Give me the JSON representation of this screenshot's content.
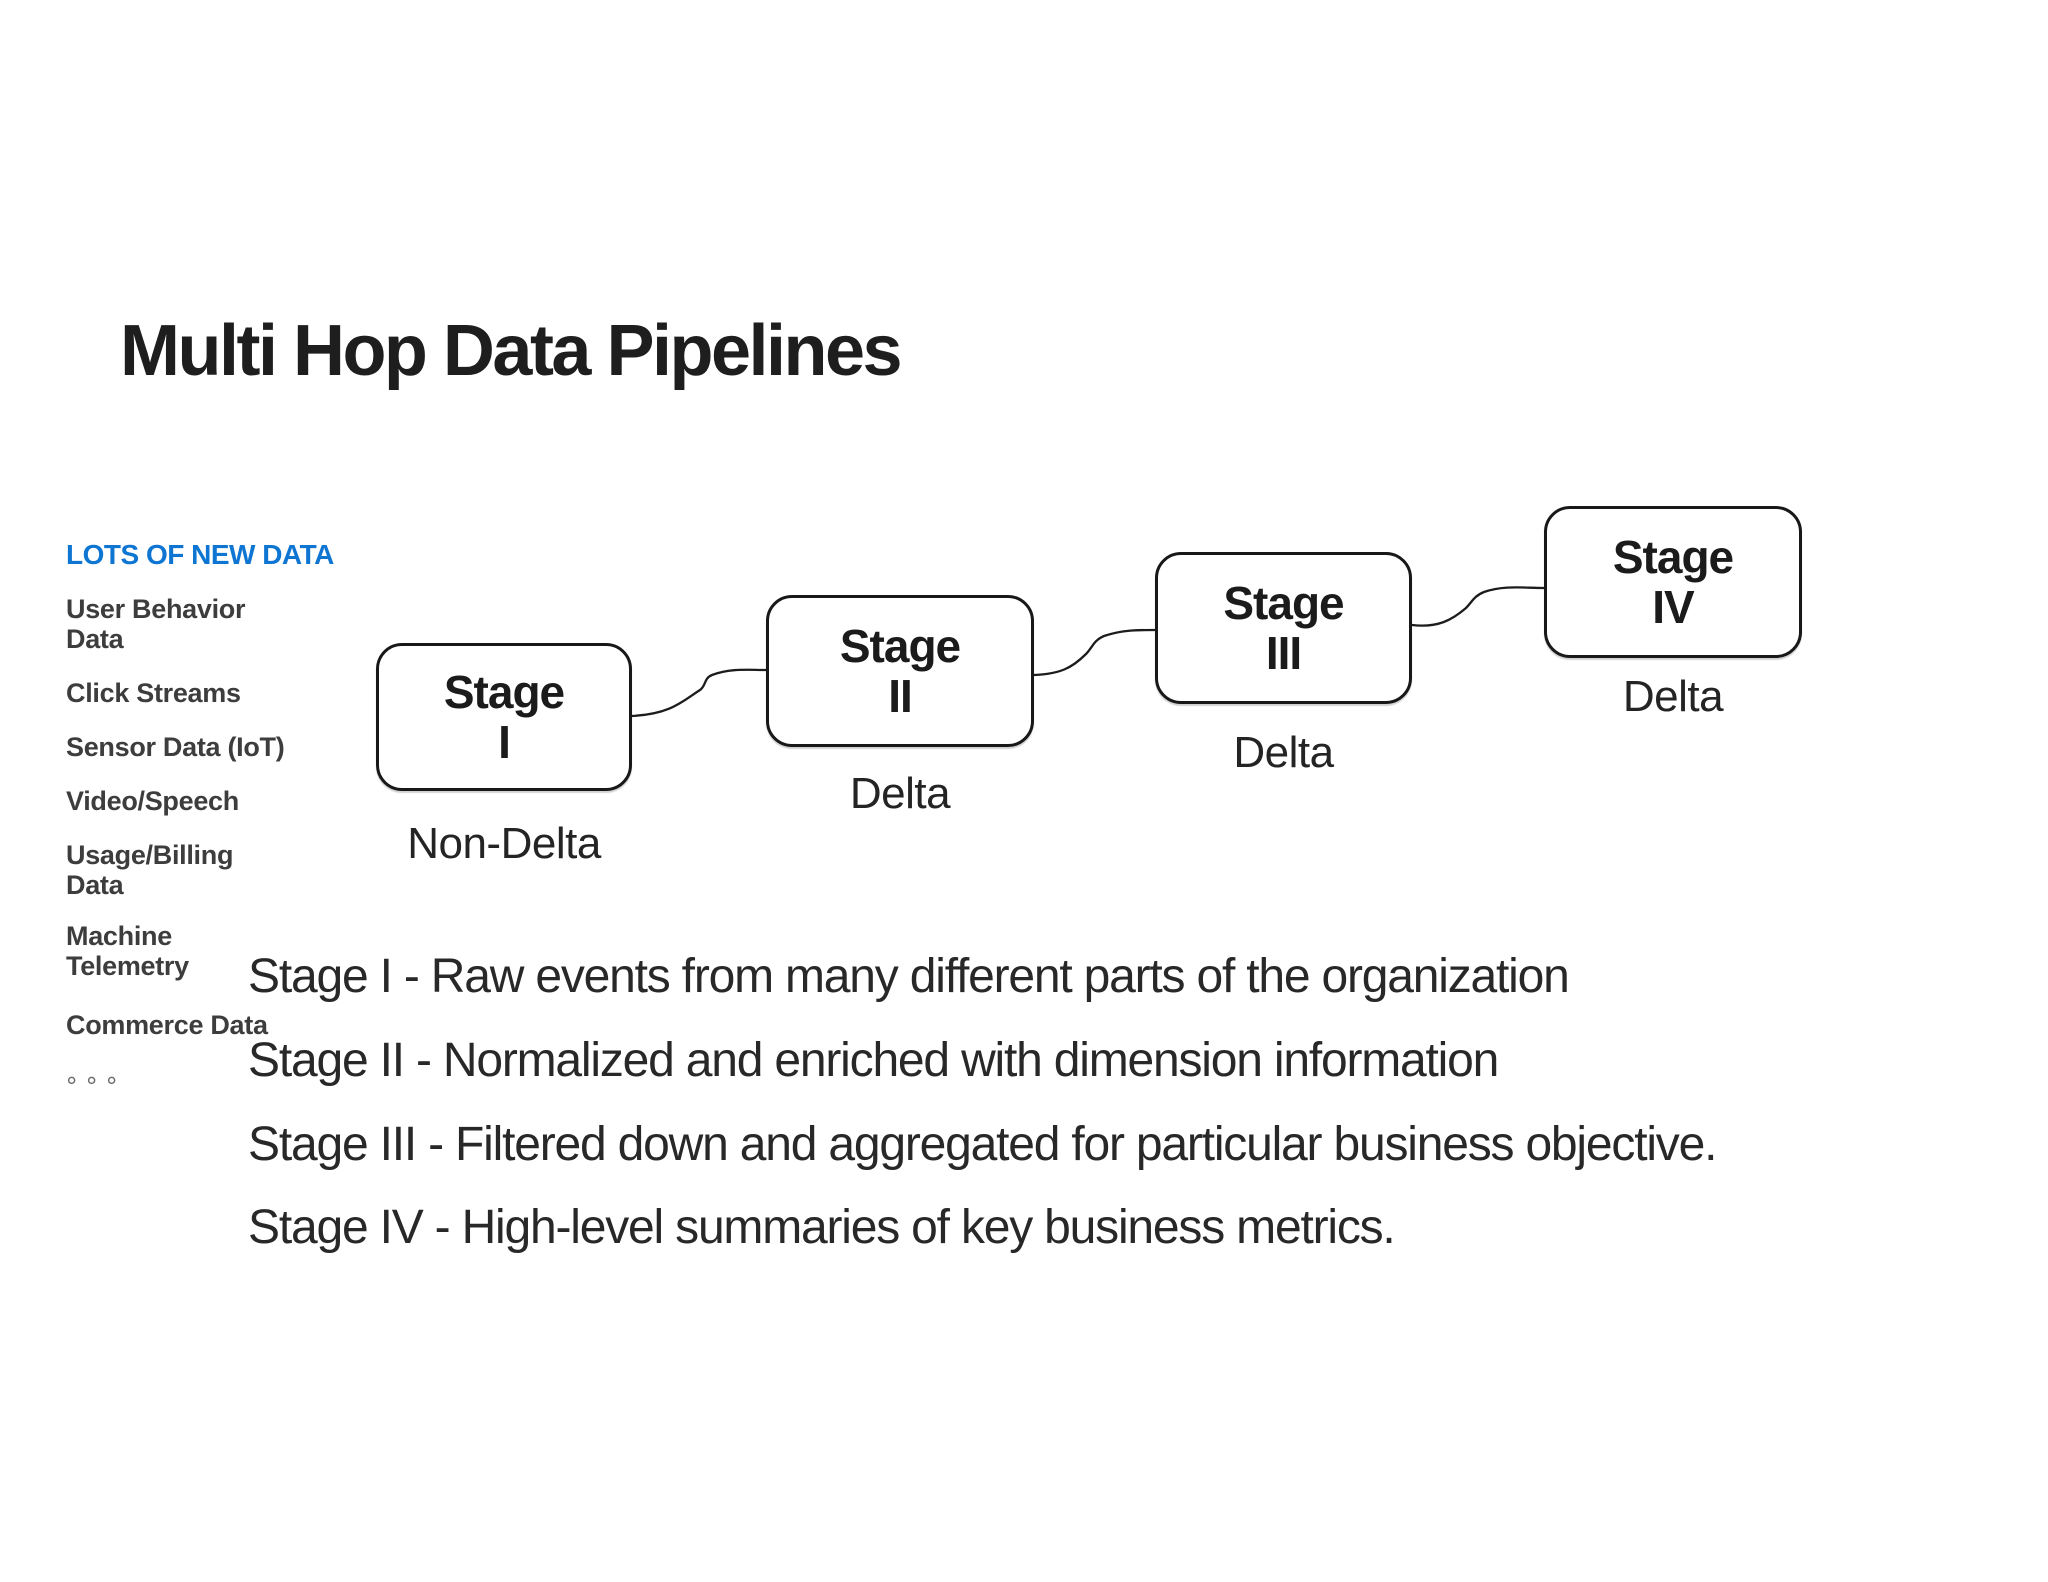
{
  "slide": {
    "title": "Multi Hop Data Pipelines"
  },
  "new_data_panel": {
    "heading": "LOTS OF NEW DATA",
    "heading_color": "#0e76d2",
    "items": [
      "User Behavior\nData",
      "Click Streams",
      "Sensor Data (IoT)",
      "Video/Speech",
      "Usage/Billing\nData",
      "Machine\nTelemetry",
      "Commerce Data"
    ],
    "more_indicator": "∘∘∘"
  },
  "pipeline": {
    "stages": [
      {
        "name": "Stage\nI",
        "storage": "Non-Delta"
      },
      {
        "name": "Stage\nII",
        "storage": "Delta"
      },
      {
        "name": "Stage\nIII",
        "storage": "Delta"
      },
      {
        "name": "Stage\nIV",
        "storage": "Delta"
      }
    ]
  },
  "descriptions": [
    "Stage I - Raw events from many different parts of the organization",
    "Stage II - Normalized and enriched with dimension information",
    "Stage III - Filtered down and aggregated for particular business objective.",
    "Stage IV - High-level summaries of key business metrics."
  ],
  "colors": {
    "accent_blue": "#0e76d2",
    "line_black": "#1c1c1c",
    "background": "#ffffff"
  }
}
